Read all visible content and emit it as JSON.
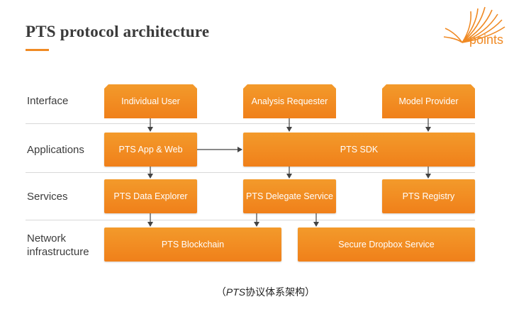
{
  "title": "PTS protocol architecture",
  "logo": {
    "text": "points",
    "accent": "#f08a24"
  },
  "rows": {
    "interface": "Interface",
    "applications": "Applications",
    "services": "Services",
    "network_line1": "Network",
    "network_line2": "infrastructure"
  },
  "boxes": {
    "individual_user": "Individual User",
    "analysis_requester": "Analysis Requester",
    "model_provider": "Model Provider",
    "pts_app_web": "PTS App & Web",
    "pts_sdk": "PTS SDK",
    "pts_data_explorer": "PTS Data Explorer",
    "pts_delegate_service": "PTS Delegate Service",
    "pts_registry": "PTS Registry",
    "pts_blockchain": "PTS Blockchain",
    "secure_dropbox_service": "Secure Dropbox Service"
  },
  "caption": {
    "open": "（",
    "pts": "PTS",
    "rest": "协议体系架构）"
  },
  "colors": {
    "box": "#f0801a",
    "text": "#3a3a3a"
  }
}
